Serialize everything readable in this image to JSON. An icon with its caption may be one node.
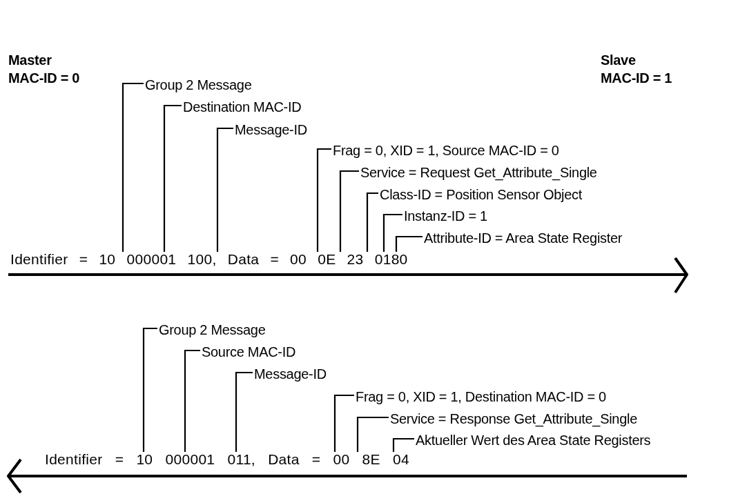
{
  "diagram": {
    "nodes": [
      {
        "text": [
          "Group 2 Message"
        ]
      },
      {
        "text": [
          "Destination MAC-ID"
        ]
      },
      {
        "text": [
          "Message-ID"
        ]
      },
      {
        "text": [
          "Frag = 0, XID = 1, Source MAC-ID = 0"
        ]
      },
      {
        "text": [
          "Service = Request Get_Attribute_Single"
        ]
      },
      {
        "text": [
          "Class-ID = Position Sensor Object"
        ]
      },
      {
        "text": [
          "Instanz-ID = 1"
        ]
      },
      {
        "text": [
          "Attribute-ID = Area State Register"
        ]
      },
      {
        "text": [
          "Identifier = 10 000001 100, Data = 00 0E 23 0180"
        ]
      },
      {
        "text": [
          "Group 2 Message"
        ]
      },
      {
        "text": [
          "Source MAC-ID"
        ]
      },
      {
        "text": [
          "Message-ID"
        ]
      },
      {
        "text": [
          "Frag = 0, XID = 1, Destination MAC-ID = 0"
        ]
      },
      {
        "text": [
          "Service = Response Get_Attribute_Single"
        ]
      },
      {
        "text": [
          "Aktueller Wert des Area State Registers"
        ]
      },
      {
        "text": [
          "Identifier = 10 000001 011, Data = 00 8E 04"
        ]
      }
    ],
    "edges": [
      {
        "from": 0,
        "to": 8,
        "arrow": "none"
      },
      {
        "from": 1,
        "to": 8,
        "arrow": "none"
      },
      {
        "from": 2,
        "to": 8,
        "arrow": "none"
      },
      {
        "from": 3,
        "to": 8,
        "arrow": "none"
      },
      {
        "from": 4,
        "to": 8,
        "arrow": "none"
      },
      {
        "from": 5,
        "to": 8,
        "arrow": "none"
      },
      {
        "from": 6,
        "to": 8,
        "arrow": "none"
      },
      {
        "from": 7,
        "to": 8,
        "arrow": "none"
      },
      {
        "from": 9,
        "to": 15,
        "arrow": "none"
      },
      {
        "from": 10,
        "to": 15,
        "arrow": "none"
      },
      {
        "from": 11,
        "to": 15,
        "arrow": "none"
      },
      {
        "from": 12,
        "to": 15,
        "arrow": "none"
      },
      {
        "from": 13,
        "to": 15,
        "arrow": "none"
      },
      {
        "from": 14,
        "to": 15,
        "arrow": "none"
      }
    ],
    "labels": [
      "Master",
      "MAC-ID = 0",
      "Slave",
      "MAC-ID = 1"
    ]
  }
}
